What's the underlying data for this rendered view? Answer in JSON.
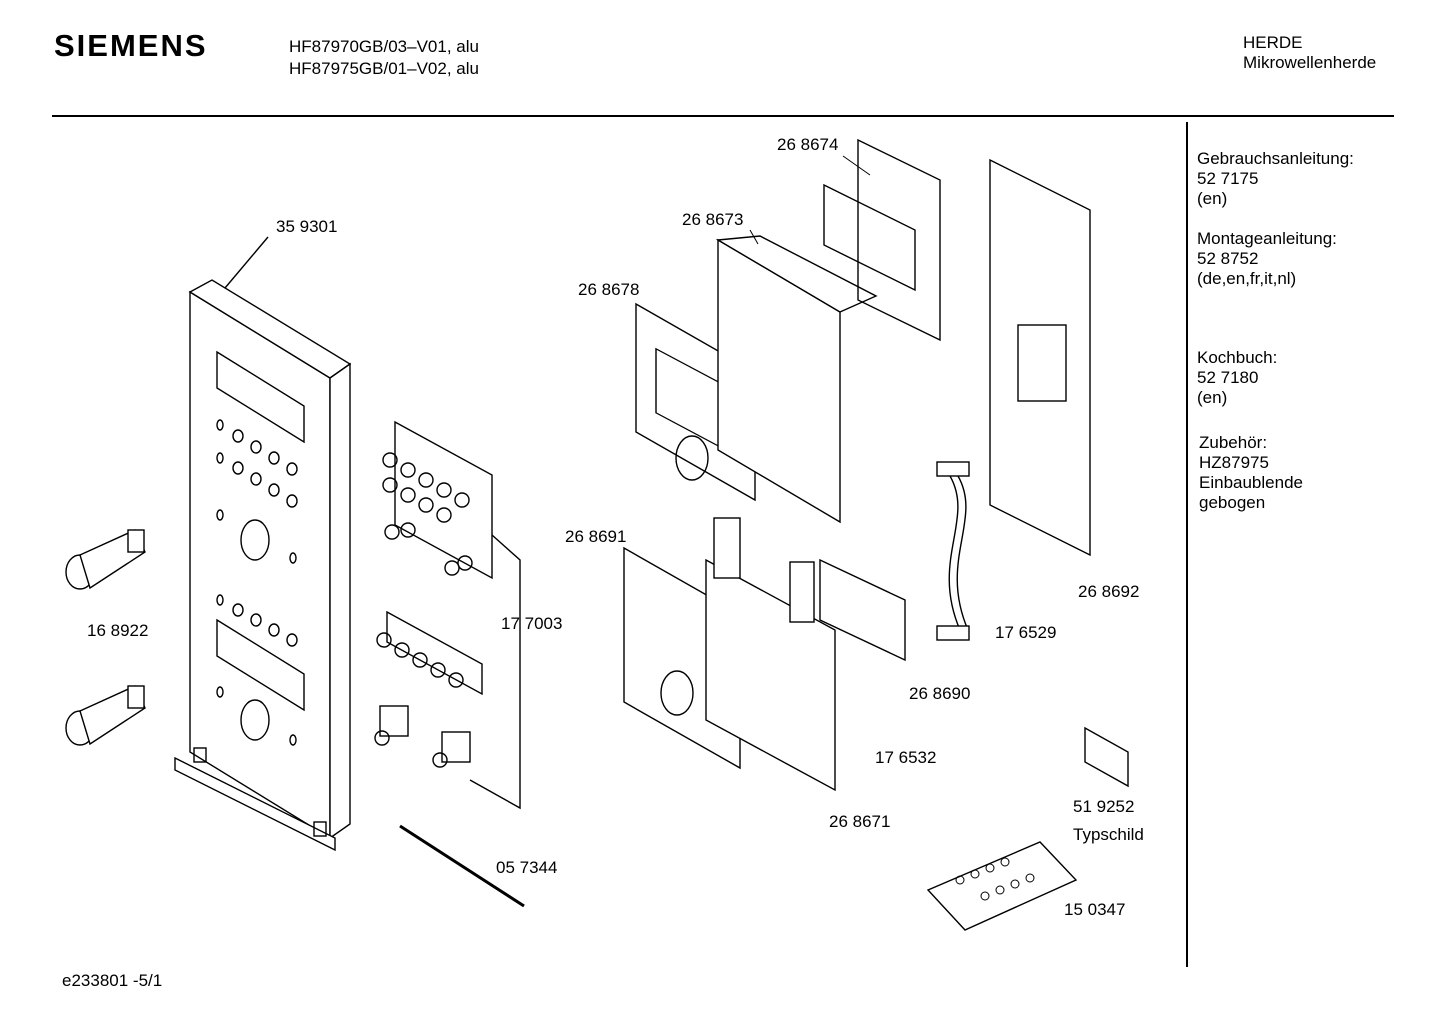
{
  "header": {
    "brand": "SIEMENS",
    "model_line_1": "HF87970GB/03–V01, alu",
    "model_line_2": "HF87975GB/01–V02, alu",
    "category": "HERDE",
    "subcategory": "Mikrowellenherde"
  },
  "parts": {
    "p359301": "35 9301",
    "p268674": "26 8674",
    "p268673": "26 8673",
    "p268678": "26 8678",
    "p268691": "26 8691",
    "p168922": "16 8922",
    "p177003": "17 7003",
    "p057344": "05 7344",
    "p268692": "26 8692",
    "p176529": "17 6529",
    "p268690": "26 8690",
    "p176532": "17 6532",
    "p268671": "26 8671",
    "p519252": "51 9252",
    "p519252_caption": "Typschild",
    "p150347": "15 0347"
  },
  "sidebar": {
    "manual_label": "Gebrauchsanleitung:",
    "manual_number": "52 7175",
    "manual_lang": "(en)",
    "install_label": "Montageanleitung:",
    "install_number": "52 8752",
    "install_lang": "(de,en,fr,it,nl)",
    "cookbook_label": "Kochbuch:",
    "cookbook_number": "52 7180",
    "cookbook_lang": "(en)",
    "accessory_label": "Zubehör:",
    "accessory_number": "HZ87975",
    "accessory_desc_1": "Einbaublende",
    "accessory_desc_2": "gebogen"
  },
  "footer": {
    "drawing_id": "e233801 -5/1"
  }
}
